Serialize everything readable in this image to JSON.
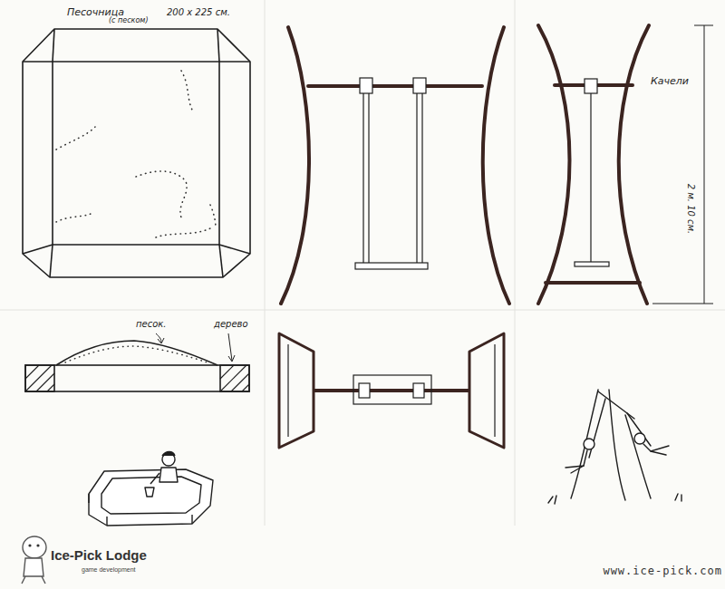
{
  "diagram": {
    "labels": [
      "Песочница",
      "(с песком)",
      "200 x 225 см.",
      "Качели",
      "2 м. 10 см.",
      "песок.",
      "дерево",
      "Ice-Pick Lodge",
      "game development",
      "www.ice-pick.com"
    ]
  }
}
